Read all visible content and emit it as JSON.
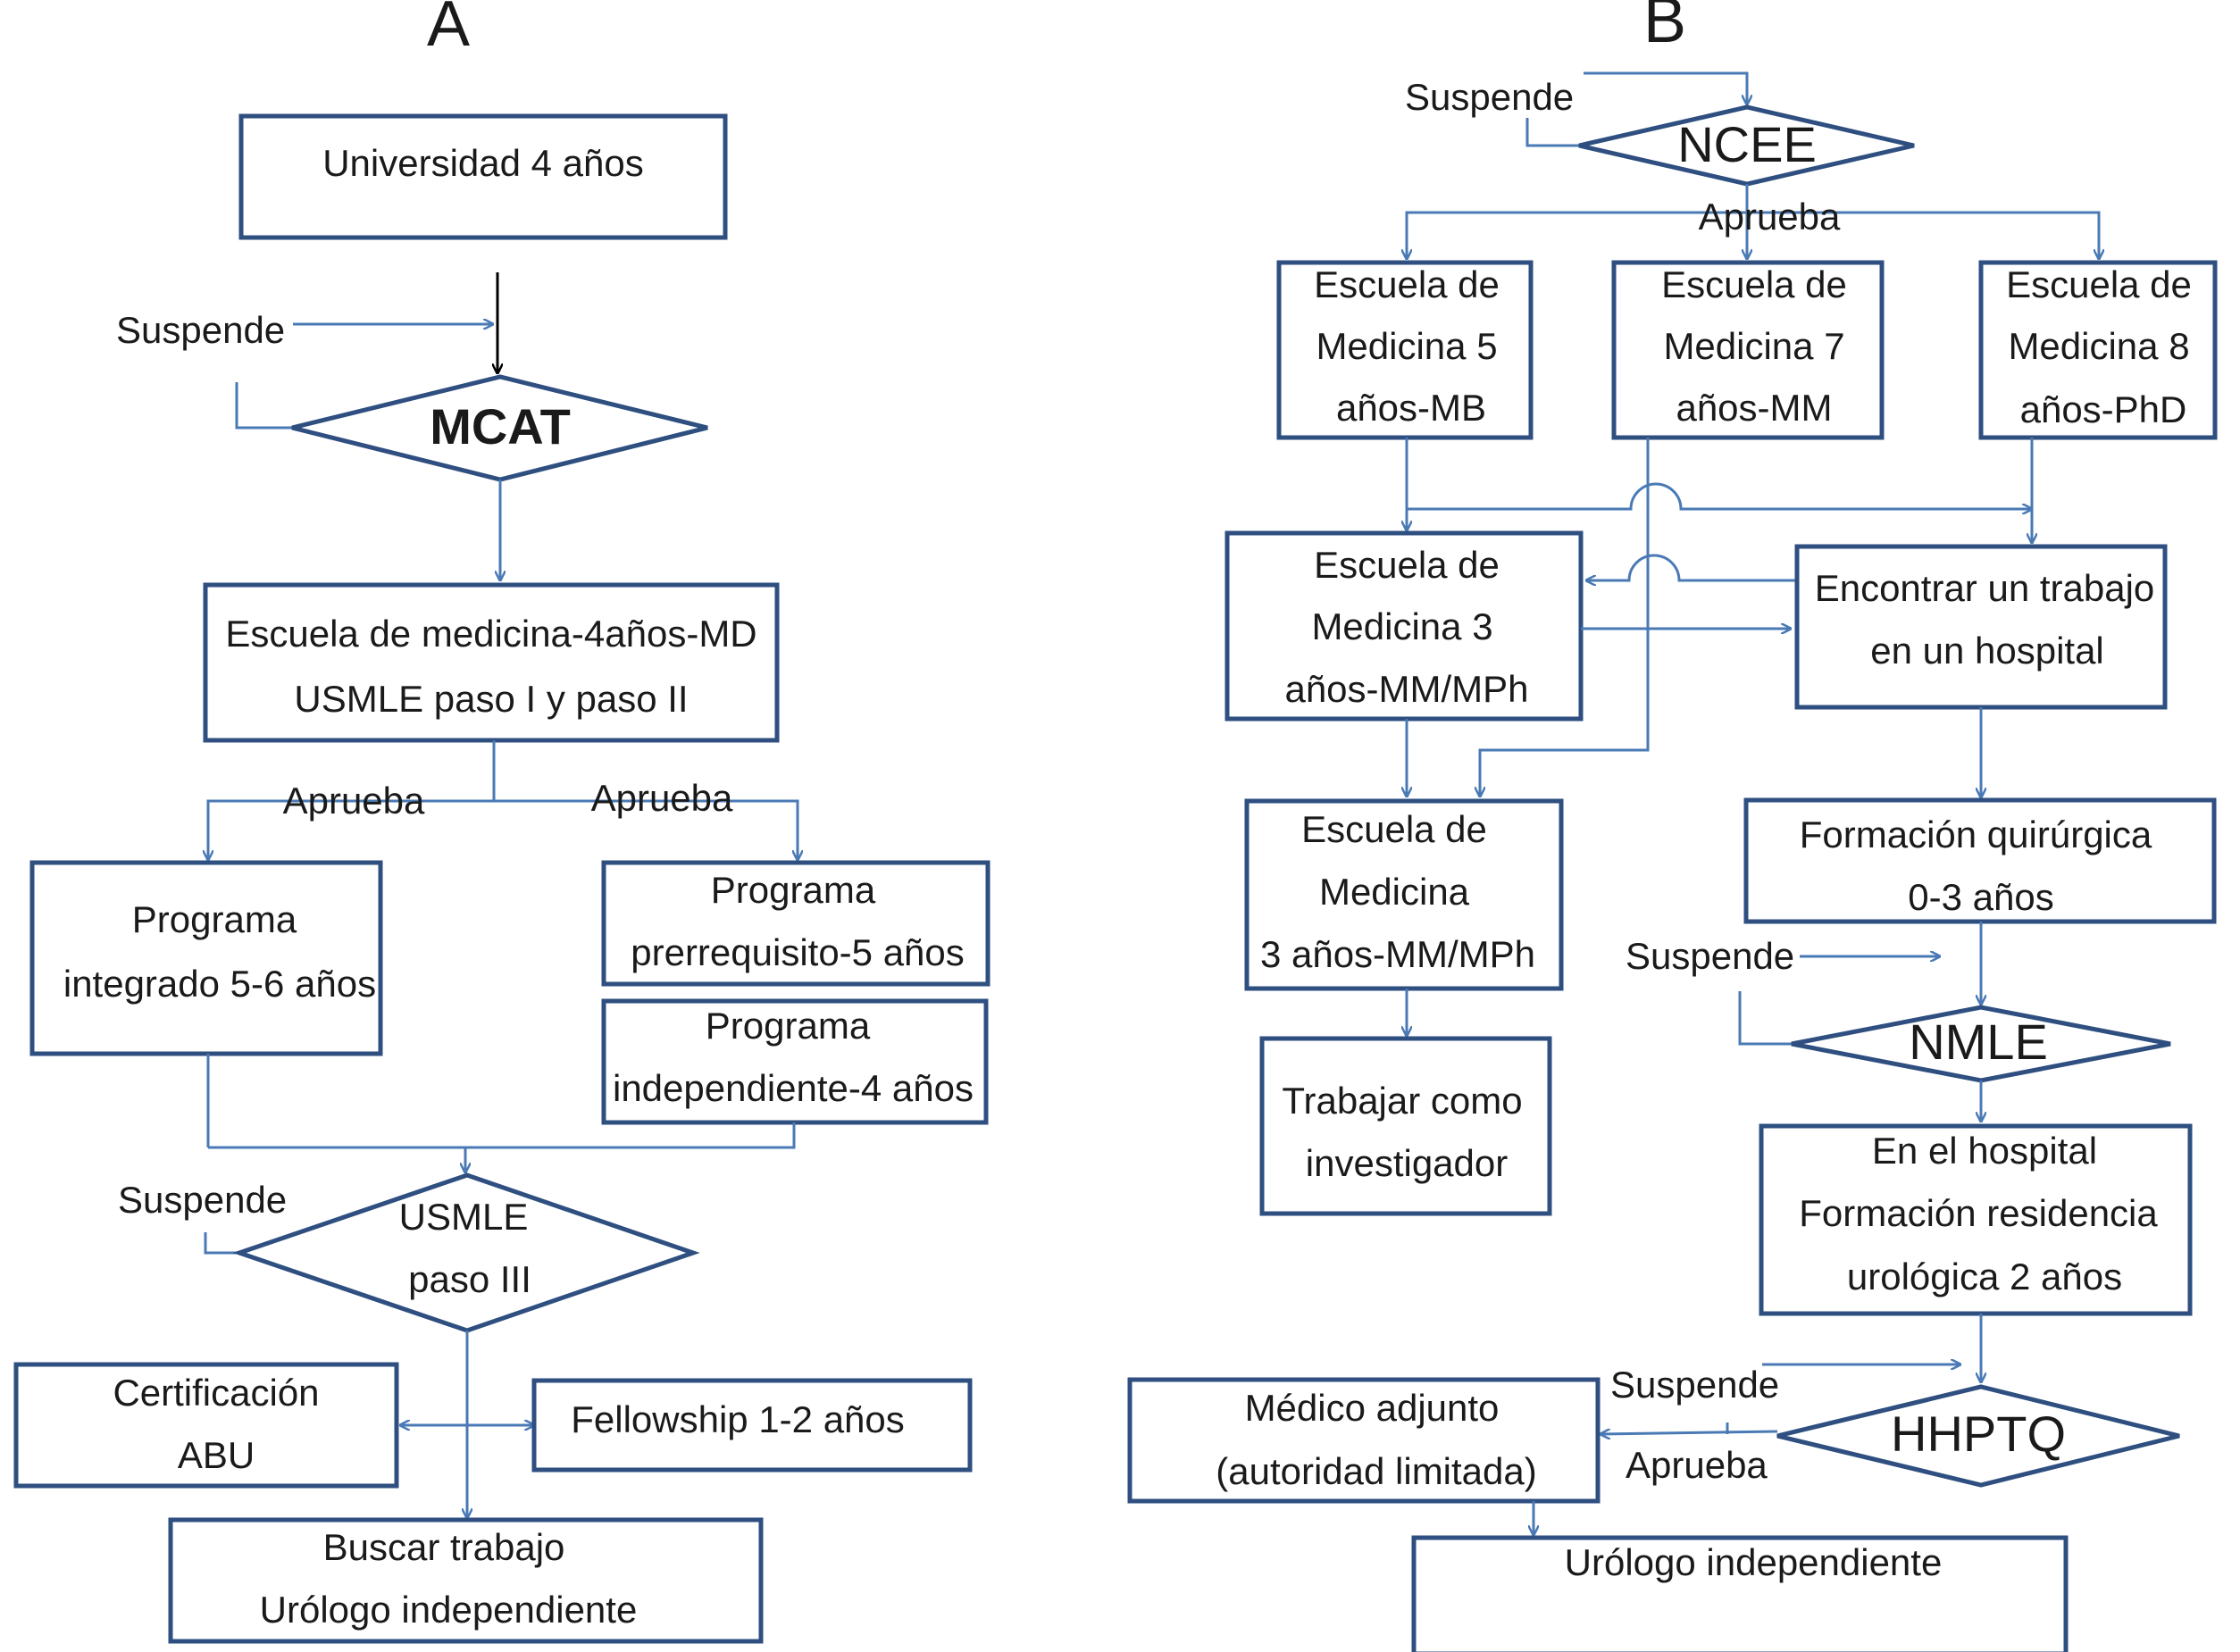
{
  "panel_a": {
    "letter": "A",
    "universidad": "Universidad 4 años",
    "suspende_mcat": "Suspende",
    "mcat": "MCAT",
    "escuela_md_1": "Escuela de medicina-4años-MD",
    "escuela_md_2": "USMLE paso I y paso II",
    "aprueba_left": "Aprueba",
    "aprueba_right": "Aprueba",
    "integrado_1": "Programa",
    "integrado_2": "integrado 5-6 años",
    "prerreq_1": "Programa",
    "prerreq_2": "prerrequisito-5 años",
    "indep_1": "Programa",
    "indep_2": "independiente-4 años",
    "suspende_usmle": "Suspende",
    "usmle_1": "USMLE",
    "usmle_2": "paso III",
    "cert_1": "Certificación",
    "cert_2": "ABU",
    "fellowship": "Fellowship 1-2 años",
    "buscar_1": "Buscar trabajo",
    "buscar_2": "Urólogo independiente"
  },
  "panel_b": {
    "letter": "B",
    "suspende_ncee": "Suspende",
    "ncee": "NCEE",
    "aprueba_ncee": "Aprueba",
    "em5_1": "Escuela de",
    "em5_2": "Medicina 5",
    "em5_3": "años-MB",
    "em7_1": "Escuela de",
    "em7_2": "Medicina 7",
    "em7_3": "años-MM",
    "em8_1": "Escuela de",
    "em8_2": "Medicina 8",
    "em8_3": "años-PhD",
    "em3a_1": "Escuela de",
    "em3a_2": "Medicina 3",
    "em3a_3": "años-MM/MPh",
    "trabajo_1": "Encontrar un trabajo",
    "trabajo_2": "en un hospital",
    "em3b_1": "Escuela de",
    "em3b_2": "Medicina",
    "em3b_3": "3 años-MM/MPh",
    "formacion_1": "Formación quirúrgica",
    "formacion_2": "0-3 años",
    "suspende_nmle": "Suspende",
    "nmle": "NMLE",
    "investigador_1": "Trabajar como",
    "investigador_2": "investigador",
    "hospital_1": "En el hospital",
    "hospital_2": "Formación residencia",
    "hospital_3": "urológica 2 años",
    "suspende_hhptq": "Suspende",
    "hhptq": "HHPTQ",
    "aprueba_hhptq": "Aprueba",
    "adjunto_1": "Médico adjunto",
    "adjunto_2": "(autoridad limitada)",
    "urologo_indep": "Urólogo independiente"
  }
}
